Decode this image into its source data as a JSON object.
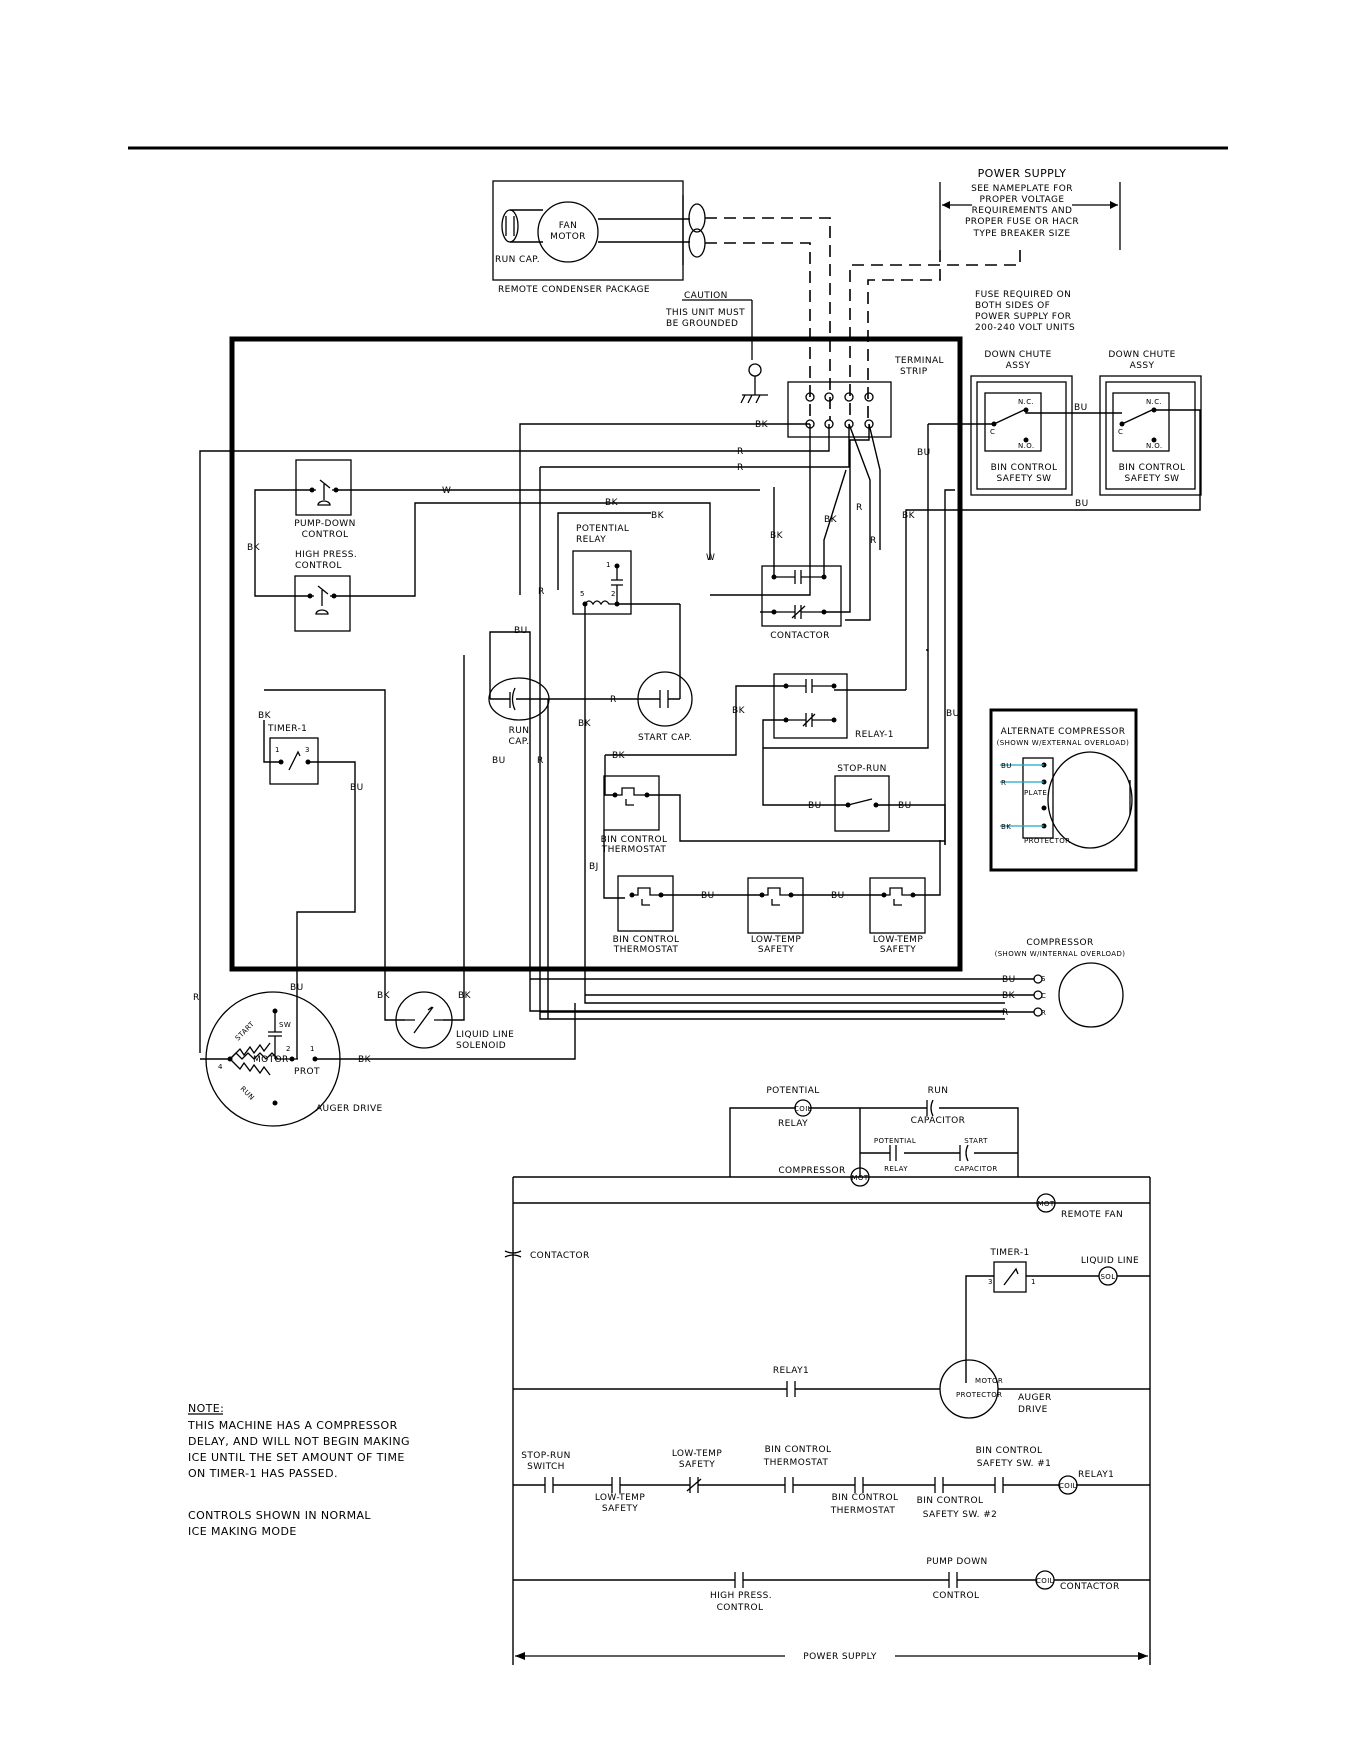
{
  "power_supply": {
    "title": "POWER SUPPLY",
    "lines": [
      "SEE NAMEPLATE FOR",
      "PROPER VOLTAGE",
      "REQUIREMENTS AND",
      "PROPER FUSE OR HACR",
      "TYPE BREAKER SIZE"
    ]
  },
  "fuse_note": [
    "FUSE REQUIRED ON",
    "BOTH SIDES OF",
    "POWER SUPPLY FOR",
    "200-240 VOLT UNITS"
  ],
  "caution": {
    "title": "CAUTION",
    "lines": [
      "THIS UNIT MUST",
      "BE GROUNDED"
    ]
  },
  "remote_condenser": {
    "label": "REMOTE CONDENSER PACKAGE",
    "fan_motor": [
      "FAN",
      "MOTOR"
    ],
    "run_cap": "RUN CAP."
  },
  "terminal_strip": [
    "TERMINAL",
    "STRIP"
  ],
  "down_chute": [
    "DOWN CHUTE",
    "ASSY"
  ],
  "bin_control_safety_sw": [
    "BIN CONTROL",
    "SAFETY SW"
  ],
  "switch_contacts": {
    "nc": "N.C.",
    "no": "N.O.",
    "c": "C"
  },
  "components": {
    "pump_down": [
      "PUMP-DOWN",
      "CONTROL"
    ],
    "high_press": [
      "HIGH PRESS.",
      "CONTROL"
    ],
    "potential_relay": [
      "POTENTIAL",
      "RELAY"
    ],
    "contactor": "CONTACTOR",
    "relay_1": "RELAY-1",
    "timer_1": "TIMER-1",
    "run_cap": [
      "RUN",
      "CAP."
    ],
    "start_cap": "START CAP.",
    "stop_run": "STOP-RUN",
    "bin_thermostat": [
      "BIN CONTROL",
      "THERMOSTAT"
    ],
    "low_temp_safety": [
      "LOW-TEMP",
      "SAFETY"
    ],
    "liquid_line_solenoid": [
      "LIQUID LINE",
      "SOLENOID"
    ],
    "auger_drive": "AUGER DRIVE",
    "compressor": [
      "COMPRESSOR",
      "(SHOWN W/INTERNAL OVERLOAD)"
    ],
    "alt_compressor": [
      "ALTERNATE COMPRESSOR",
      "(SHOWN W/EXTERNAL OVERLOAD)"
    ],
    "motor": {
      "start": "START",
      "run": "RUN",
      "motor": "MOTOR",
      "sw": "SW",
      "prot": "PROT"
    }
  },
  "wire_colors": {
    "bk": "BK",
    "r": "R",
    "bu": "BU",
    "w": "W",
    "bj": "BJ"
  },
  "pin_labels": {
    "p1": "1",
    "p2": "2",
    "p3": "3",
    "p4": "4",
    "p5": "5"
  },
  "compressor_terminals": {
    "s": "S",
    "c": "C",
    "r": "R"
  },
  "alt_labels": {
    "plate": "PLATE",
    "protector": "PROTECTOR"
  },
  "ladder": {
    "potential_relay": [
      "POTENTIAL",
      "RELAY"
    ],
    "run_capacitor": [
      "RUN",
      "CAPACITOR"
    ],
    "potential_relay_contact": [
      "POTENTIAL",
      "RELAY"
    ],
    "start_capacitor": [
      "START",
      "CAPACITOR"
    ],
    "compressor": "COMPRESSOR",
    "remote_fan": "REMOTE FAN",
    "contactor": "CONTACTOR",
    "timer_1": "TIMER-1",
    "liquid_line": "LIQUID LINE",
    "relay1": "RELAY1",
    "auger_drive": [
      "AUGER",
      "DRIVE"
    ],
    "protector": "PROTECTOR",
    "motor": "MOTOR",
    "stop_run": [
      "STOP-RUN",
      "SWITCH"
    ],
    "low_temp_1": [
      "LOW-TEMP",
      "SAFETY"
    ],
    "low_temp_2": [
      "LOW-TEMP",
      "SAFETY"
    ],
    "bin_thermostat_1": [
      "BIN CONTROL",
      "THERMOSTAT"
    ],
    "bin_thermostat_2": [
      "BIN CONTROL",
      "THERMOSTAT"
    ],
    "bin_safety_1": [
      "BIN CONTROL",
      "SAFETY SW. #1"
    ],
    "bin_safety_2": [
      "BIN CONTROL",
      "SAFETY SW. #2"
    ],
    "relay1_coil": "RELAY1",
    "high_press": [
      "HIGH PRESS.",
      "CONTROL"
    ],
    "pump_down": [
      "PUMP DOWN",
      "CONTROL"
    ],
    "contactor_coil": "CONTACTOR",
    "power_supply": "POWER SUPPLY",
    "coil": "COIL",
    "mot": "MOT",
    "sol": "SOL"
  },
  "note": {
    "title": "NOTE:",
    "lines": [
      "THIS MACHINE HAS A COMPRESSOR",
      "DELAY, AND WILL NOT BEGIN MAKING",
      "ICE UNTIL THE SET AMOUNT OF TIME",
      "ON TIMER-1 HAS PASSED."
    ],
    "mode": [
      "CONTROLS SHOWN IN NORMAL",
      "ICE MAKING MODE"
    ]
  }
}
